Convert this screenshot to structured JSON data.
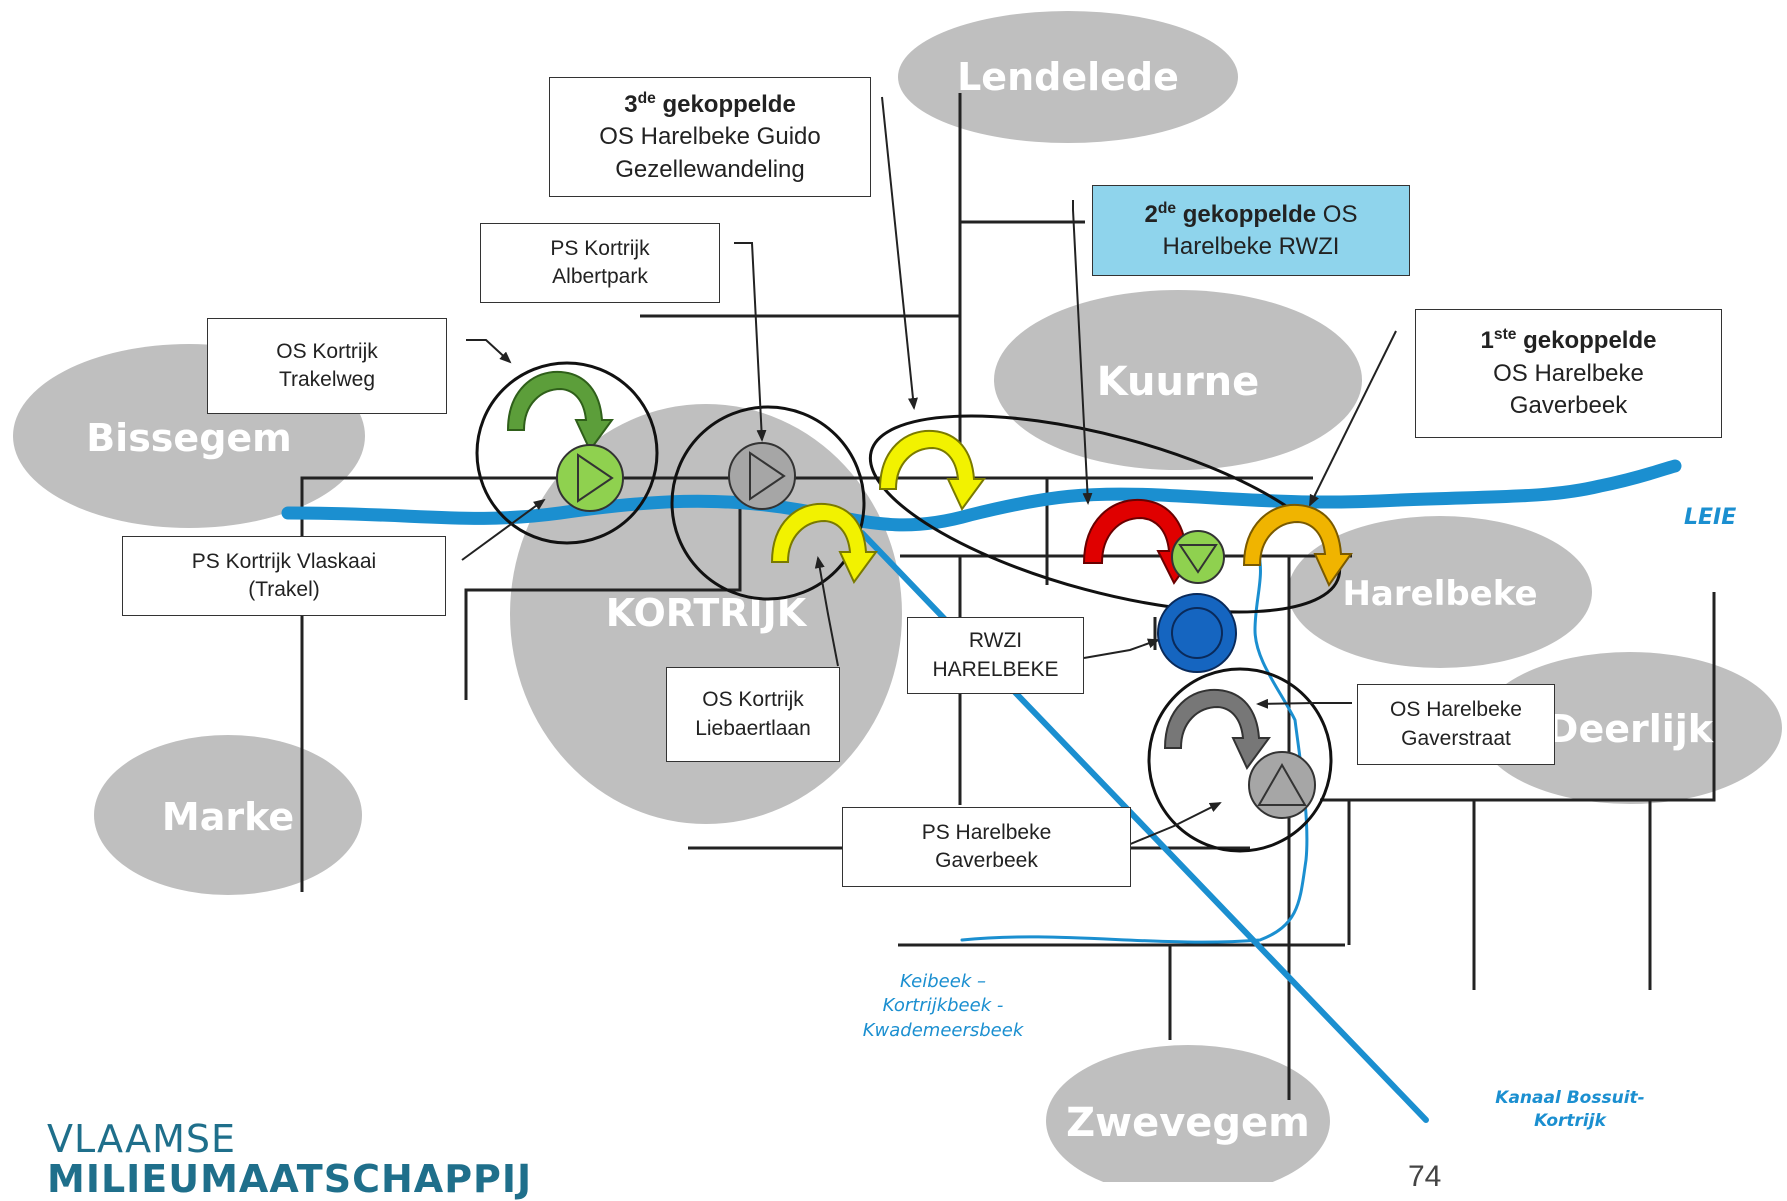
{
  "towns": {
    "lendelede": "Lendelede",
    "bissegem": "Bissegem",
    "kuurne": "Kuurne",
    "kortrijk": "KORTRIJK",
    "harelbeke": "Harelbeke",
    "deerlijk": "Deerlijk",
    "marke": "Marke",
    "zwevegem": "Zwevegem"
  },
  "boxes": {
    "third": {
      "ordinal": "3",
      "suffix": "de",
      "word": "gekoppelde",
      "line2": "OS Harelbeke Guido",
      "line3": "Gezellewandeling"
    },
    "second": {
      "ordinal": "2",
      "suffix": "de",
      "word": "gekoppelde",
      "line1_rest": "OS",
      "line2": "Harelbeke RWZI"
    },
    "first": {
      "ordinal": "1",
      "suffix": "ste",
      "word": "gekoppelde",
      "line2": "OS Harelbeke",
      "line3": "Gaverbeek"
    },
    "ps_albertpark": {
      "line1": "PS Kortrijk",
      "line2": "Albertpark"
    },
    "os_trakelweg": {
      "line1": "OS Kortrijk",
      "line2": "Trakelweg"
    },
    "ps_vlaskaai": {
      "line1": "PS Kortrijk Vlaskaai",
      "line2": "(Trakel)"
    },
    "os_liebaertlaan": {
      "line1": "OS Kortrijk",
      "line2": "Liebaertlaan"
    },
    "rwzi": {
      "line1": "RWZI",
      "line2": "HARELBEKE"
    },
    "os_gaverstraat": {
      "line1": "OS Harelbeke",
      "line2": "Gaverstraat"
    },
    "ps_gaverbeek": {
      "line1": "PS Harelbeke",
      "line2": "Gaverbeek"
    }
  },
  "water": {
    "leie": "LEIE",
    "keibeek": [
      "Keibeek –",
      "Kortrijkbeek -",
      "Kwademeersbeek"
    ],
    "kanaal": [
      "Kanaal Bossuit-",
      "Kortrijk"
    ]
  },
  "logo": {
    "line1": "VLAAMSE",
    "line2": "MILIEUMAATSCHAPPIJ"
  },
  "slide_number": "74",
  "colors": {
    "town_fill": "#bfbfbf",
    "river": "#1b8fd0",
    "arrow_green": "#5c9e3a",
    "arrow_yellow": "#f2f200",
    "arrow_red": "#e00000",
    "arrow_orange": "#f0b400",
    "arrow_grey": "#777777",
    "pump_green": "#8fd14f",
    "pump_grey": "#a6a6a6",
    "rwzi_blue": "#1565c0",
    "highlight_box": "#8fd4ec"
  },
  "icons": [
    "pump-icon",
    "overflow-arrow-icon",
    "treatment-plant-icon"
  ]
}
